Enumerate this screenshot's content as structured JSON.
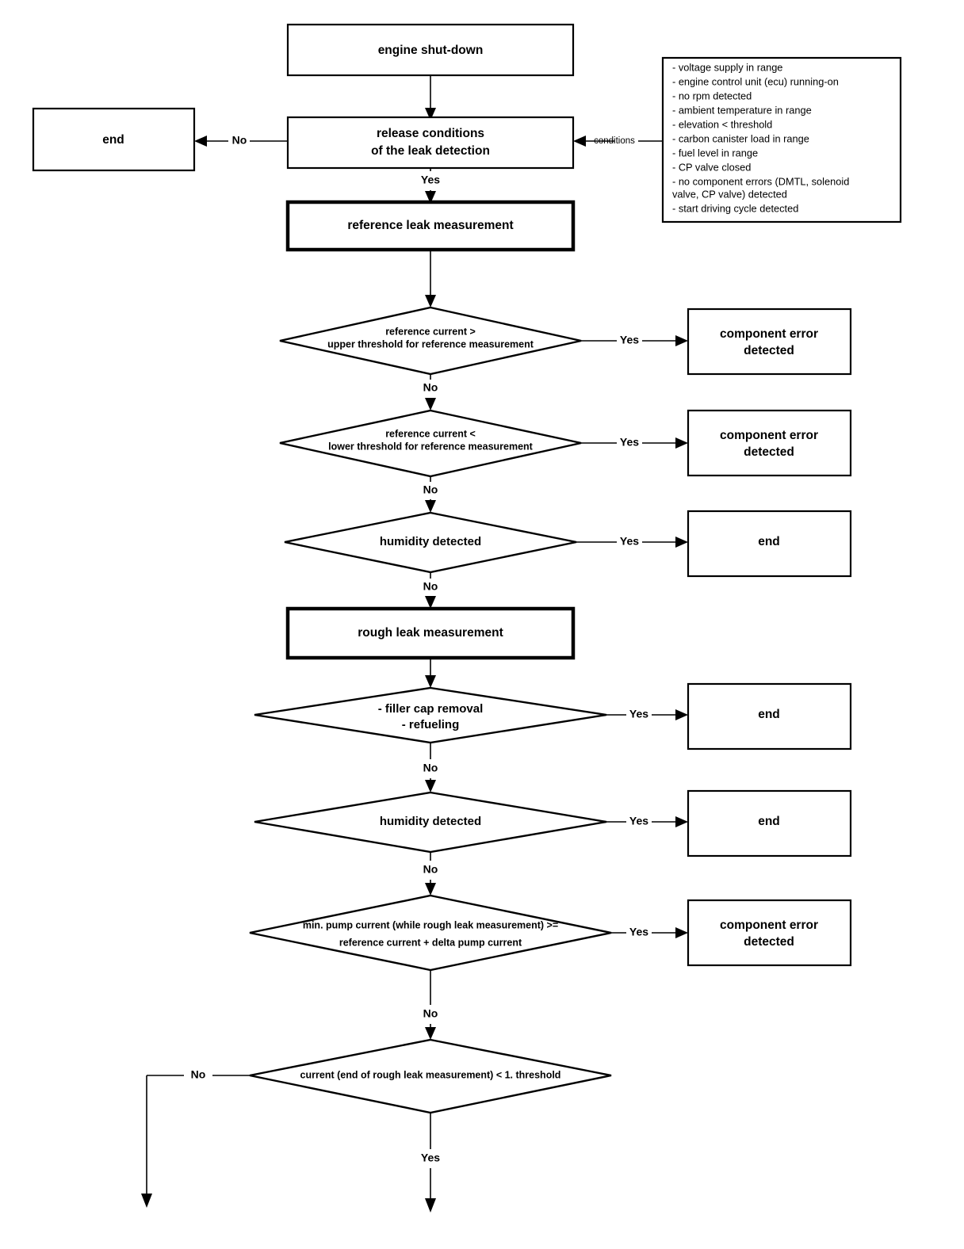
{
  "diagram": {
    "title": "DMTL leak detection flowchart",
    "background": "#ffffff",
    "line_color": "#000000"
  },
  "nodes": {
    "engine_shutdown": {
      "label": "engine shut-down"
    },
    "release_conditions": {
      "label_line1": "release conditions",
      "label_line2": "of the leak detection"
    },
    "end_left": {
      "label": "end"
    },
    "reference_leak_measurement": {
      "label": "reference leak measurement"
    },
    "dec_ref_upper": {
      "line1": "reference current  >",
      "line2": "upper threshold for reference measurement"
    },
    "dec_ref_lower": {
      "line1": "reference current  <",
      "line2": "lower threshold for reference measurement"
    },
    "dec_humidity_1": {
      "line1": "humidity detected"
    },
    "rough_leak_measurement": {
      "label": "rough leak measurement"
    },
    "dec_filler_cap": {
      "line1": "- filler cap removal",
      "line2": "- refueling"
    },
    "dec_humidity_2": {
      "line1": "humidity detected"
    },
    "dec_min_pump": {
      "line1": "min. pump current (while rough leak measurement)  >=",
      "line2": "reference current + delta pump current"
    },
    "dec_end_current": {
      "line1": "current (end of rough leak measurement) < 1. threshold"
    },
    "component_error_1": {
      "line1": "component error",
      "line2": "detected"
    },
    "component_error_2": {
      "line1": "component error",
      "line2": "detected"
    },
    "component_error_3": {
      "line1": "component error",
      "line2": "detected"
    },
    "end_right_1": {
      "label": "end"
    },
    "end_right_2": {
      "label": "end"
    },
    "end_right_3": {
      "label": "end"
    }
  },
  "conditions_box": {
    "items": [
      "- voltage supply in range",
      "- engine control unit (ecu) running-on",
      "- no rpm detected",
      "- ambient temperature in range",
      "- elevation < threshold",
      "- carbon canister load in range",
      "- fuel level in range",
      "- CP valve closed",
      "- no component errors (DMTL, solenoid",
      "  valve, CP valve) detected",
      "- start driving cycle detected"
    ]
  },
  "edge_labels": {
    "conditions": "conditions",
    "no_release": "No",
    "yes_release": "Yes",
    "yes_ref_upper": "Yes",
    "no_ref_upper": "No",
    "yes_ref_lower": "Yes",
    "no_ref_lower": "No",
    "yes_humidity_1": "Yes",
    "no_humidity_1": "No",
    "yes_filler_cap": "Yes",
    "no_filler_cap": "No",
    "yes_humidity_2": "Yes",
    "no_humidity_2": "No",
    "yes_min_pump": "Yes",
    "no_min_pump": "No",
    "no_end_current": "No",
    "yes_end_current": "Yes"
  }
}
